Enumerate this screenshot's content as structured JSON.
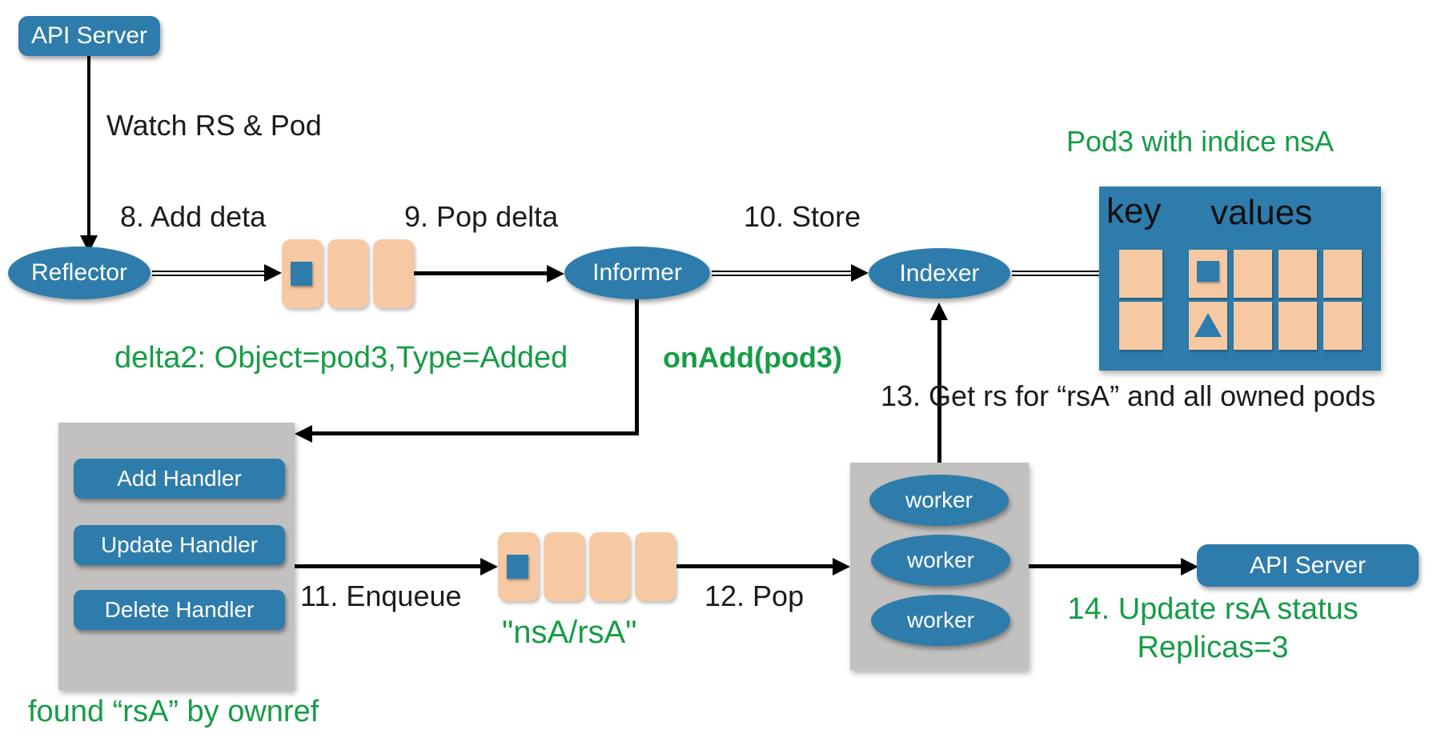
{
  "colors": {
    "node_blue": "#2e7cab",
    "queue_peach": "#f7c9a2",
    "box_gray": "#c2c1c0",
    "annotation_green": "#169c46",
    "text_black": "#1b1b1b"
  },
  "nodes": {
    "api_server_top": "API Server",
    "reflector": "Reflector",
    "informer": "Informer",
    "indexer": "Indexer",
    "api_server_bottom": "API Server",
    "workers": [
      "worker",
      "worker",
      "worker"
    ],
    "handlers": [
      "Add Handler",
      "Update Handler",
      "Delete Handler"
    ]
  },
  "labels": {
    "watch": "Watch RS & Pod",
    "step8": "8. Add deta",
    "step9": "9. Pop delta",
    "step10": "10. Store",
    "step11": "11. Enqueue",
    "step12": "12. Pop",
    "step13": "13. Get rs for “rsA” and all owned pods",
    "step14_line1": "14. Update rsA status",
    "step14_line2": "Replicas=3",
    "pod3_indice": "Pod3 with indice nsA",
    "delta2": "delta2: Object=pod3,Type=Added",
    "onadd": "onAdd(pod3)",
    "work_queue_key": "\"nsA/rsA\"",
    "found": "found “rsA” by ownref"
  },
  "queues": {
    "delta_queue": {
      "cells": 3,
      "marker_cell": 0,
      "marker_shape": "square"
    },
    "work_queue": {
      "cells": 4,
      "marker_cell": 0,
      "marker_shape": "square"
    }
  },
  "table": {
    "key_header": "key",
    "values_header": "values",
    "key_rows": 2,
    "value_rows": 2,
    "value_cols": 4,
    "markers": [
      {
        "row": 0,
        "col": 0,
        "shape": "square"
      },
      {
        "row": 1,
        "col": 0,
        "shape": "triangle"
      }
    ]
  }
}
